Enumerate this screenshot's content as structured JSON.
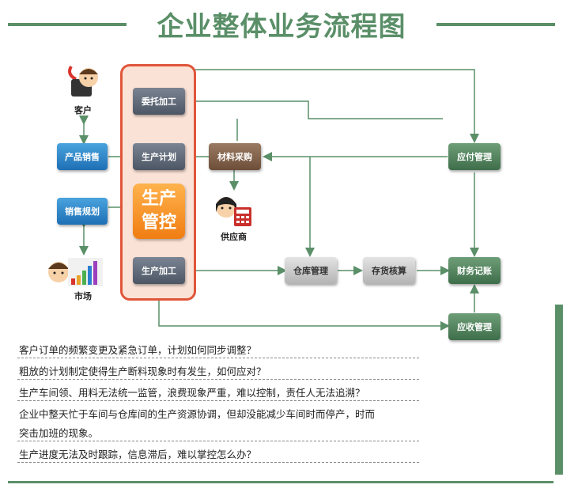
{
  "header": {
    "title": "企业整体业务流程图"
  },
  "diagram": {
    "core_label_line1": "生产",
    "core_label_line2": "管控",
    "nodes": {
      "commission": "委托加工",
      "plan": "生产计划",
      "production": "生产加工",
      "purchase": "材料采购",
      "product_sales": "产品销售",
      "sales_planning": "销售规划",
      "warehouse": "仓库管理",
      "inventory": "存货核算",
      "payable": "应付管理",
      "finance": "财务记账",
      "receivable": "应收管理"
    },
    "actors": {
      "customer": "客户",
      "supplier": "供应商",
      "market": "市场"
    }
  },
  "issues": [
    "客户订单的频繁变更及紧急订单，计划如何同步调整？",
    "粗放的计划制定使得生产断料现象时有发生，如何应对？",
    "生产车间领、用料无法统一监管，浪费现象严重，难以控制，责任人无法追溯？",
    "企业中整天忙于车间与仓库间的生产资源协调，但却没能减少车间时而停产，时而",
    "突击加班的现象。",
    "生产进度无法及时跟踪，信息滞后，难以掌控怎么办？"
  ]
}
